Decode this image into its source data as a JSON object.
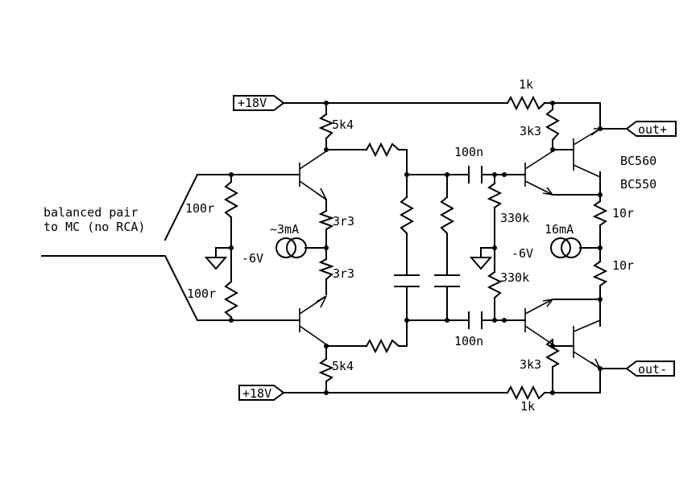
{
  "labels": {
    "supply_top": "+18V",
    "supply_bottom": "+18V",
    "out_plus": "out+",
    "out_minus": "out-",
    "input_line1": "balanced pair",
    "input_line2": "to MC (no RCA)",
    "r_in_top": "100r",
    "r_in_bottom": "100r",
    "r_coll_top": "5k4",
    "r_coll_bottom": "5k4",
    "r_emit_top": "3r3",
    "r_emit_bottom": "3r3",
    "src_left_current": "~3mA",
    "src_left_voltage": "-6V",
    "cap_top": "100n",
    "cap_bottom": "100n",
    "r_bias_top": "330k",
    "r_bias_bottom": "330k",
    "src_right_current": "16mA",
    "src_right_voltage": "-6V",
    "r_fb_top": "1k",
    "r_fb_bottom": "1k",
    "r_top_out": "3k3",
    "r_bottom_out": "3k3",
    "transistor_pnp": "BC560",
    "transistor_npn": "BC550",
    "r_out_top": "10r",
    "r_out_bottom": "10r"
  },
  "colors": {
    "ink": "#000000",
    "background": "#ffffff"
  }
}
